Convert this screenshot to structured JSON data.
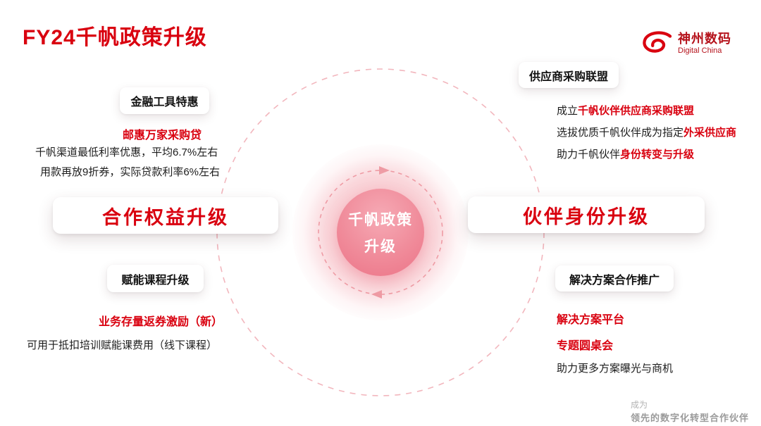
{
  "slide": {
    "title": "FY24千帆政策升级",
    "footer": {
      "line1": "成为",
      "line2": "领先的数字化转型合作伙伴"
    }
  },
  "logo": {
    "name_cn": "神州数码",
    "name_en": "Digital China"
  },
  "colors": {
    "accent_red": "#d9000f",
    "pink_glow": "#f4a6b0",
    "center_circle": "#ec7487"
  },
  "center": {
    "line1": "千帆政策",
    "line2": "升级"
  },
  "left": {
    "finance_card": "金融工具特惠",
    "finance": {
      "highlight": "邮惠万家采购贷",
      "line1": "千帆渠道最低利率优惠，平均6.7%左右",
      "line2": "用款再放9折券，实际贷款利率6%左右"
    },
    "main_card": "合作权益升级",
    "course_card": "赋能课程升级",
    "course": {
      "highlight": "业务存量返券激励（新）",
      "line1": "可用于抵扣培训赋能课费用（线下课程）"
    }
  },
  "right": {
    "alliance_card": "供应商采购联盟",
    "alliance_lines": [
      {
        "black": "成立",
        "red": "千帆伙伴供应商采购联盟"
      },
      {
        "black": "选拔优质千帆伙伴成为指定",
        "red": "外采供应商"
      },
      {
        "black": "助力千帆伙伴",
        "red": "身份转变与升级"
      }
    ],
    "main_card": "伙伴身份升级",
    "solution_card": "解决方案合作推广",
    "solution": {
      "highlight1": "解决方案平台",
      "highlight2": "专题圆桌会",
      "line1": "助力更多方案曝光与商机"
    }
  }
}
